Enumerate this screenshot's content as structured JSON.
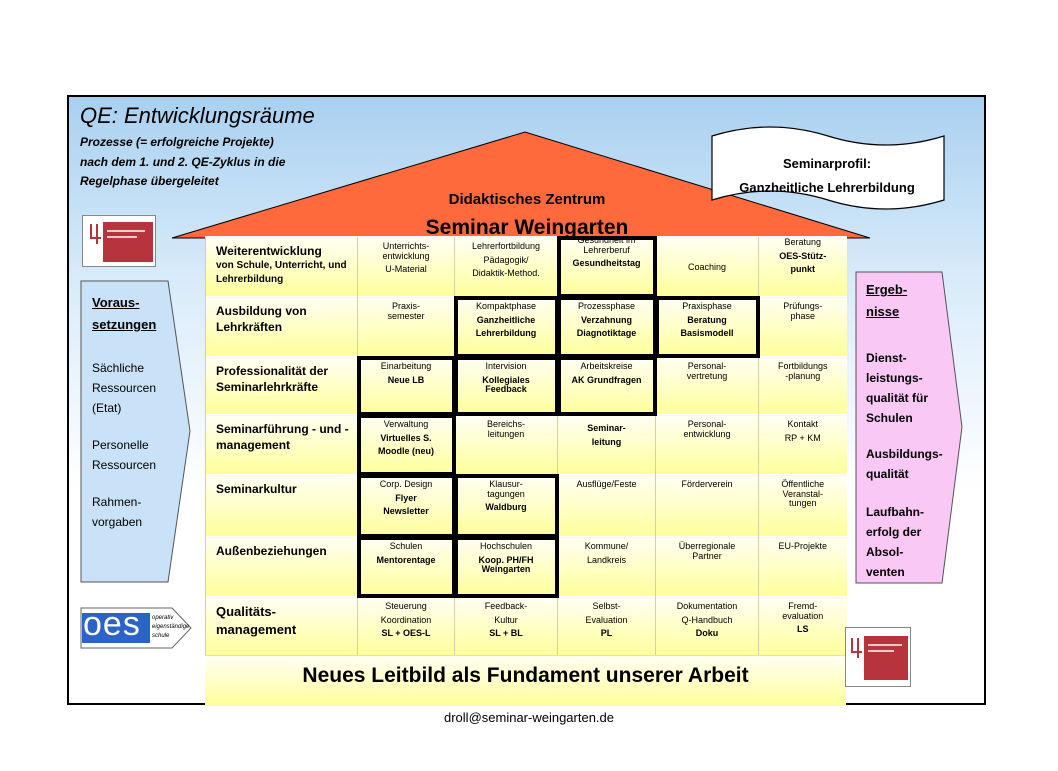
{
  "qe": {
    "title": "QE: Entwicklungsräume",
    "lines": [
      "Prozesse (= erfolgreiche Projekte)",
      "nach dem 1. und 2. QE-Zyklus in die",
      "Regelphase übergeleitet"
    ]
  },
  "roof": {
    "subtitle": "Didaktisches Zentrum",
    "title": "Seminar Weingarten",
    "color": "#ff6a3d"
  },
  "seminarprofil": {
    "line1": "Seminarprofil:",
    "line2": "Ganzheitliche Lehrerbildung"
  },
  "voraussetzungen": {
    "heading1": "Voraus-",
    "heading2": "setzungen",
    "items": [
      "Sächliche",
      "Ressourcen",
      "(Etat)",
      "Personelle",
      "Ressourcen",
      "Rahmen-",
      "vorgaben"
    ],
    "color": "#c9e2f8"
  },
  "ergebnisse": {
    "heading1": "Ergeb-",
    "heading2": "nisse",
    "items": [
      "Dienst-",
      "leistungs-",
      "qualität für",
      "Schulen",
      "Ausbildungs-",
      "qualität",
      "Laufbahn-",
      "erfolg der",
      "Absol-",
      "venten"
    ],
    "color": "#f9c8f5"
  },
  "rows": [
    {
      "head": "Weiterentwicklung",
      "head_small": "von Schule, Unterricht, und Lehrerbildung",
      "cells": [
        {
          "l1": "Unterrichts-",
          "l2": "entwicklung",
          "l3": "U-Material"
        },
        {
          "l1": "Lehrerfortbildung",
          "l2": "Pädagogik/",
          "l3": "Didaktik-Method."
        },
        {
          "l1": "Gesundheit im",
          "l2": "Lehrerberuf",
          "l3": "Gesundheitstag"
        },
        {
          "l1": "Coaching"
        },
        {
          "l1": "Beratung",
          "l2": "OES-Stütz-",
          "l3": "punkt"
        }
      ]
    },
    {
      "head": "Ausbildung von Lehrkräften",
      "cells": [
        {
          "l1": "Praxis-",
          "l2": "semester"
        },
        {
          "l1": "Kompaktphase",
          "l2": "Ganzheitliche",
          "l3": "Lehrerbildung"
        },
        {
          "l1": "Prozessphase",
          "l2": "Verzahnung",
          "l3": "Diagnotiktage"
        },
        {
          "l1": "Praxisphase",
          "l2": "Beratung",
          "l3": "Basismodell"
        },
        {
          "l1": "Prüfungs-",
          "l2": "phase"
        }
      ]
    },
    {
      "head": "Professionalität der Seminarlehrkräfte",
      "cells": [
        {
          "l1": "Einarbeitung",
          "l2": "Neue LB"
        },
        {
          "l1": "Intervision",
          "l2": "Kollegiales",
          "l3": "Feedback"
        },
        {
          "l1": "Arbeitskreise",
          "l2": "AK Grundfragen"
        },
        {
          "l1": "Personal-",
          "l2": "vertretung"
        },
        {
          "l1": "Fortbildungs",
          "l2": "-planung"
        }
      ]
    },
    {
      "head": "Seminarführung - und -management",
      "cells": [
        {
          "l1": "Verwaltung",
          "l2": "Virtuelles S.",
          "l3": "Moodle (neu)"
        },
        {
          "l1": "Bereichs-",
          "l2": "leitungen"
        },
        {
          "l1": "Seminar-",
          "l2": "leitung"
        },
        {
          "l1": "Personal-",
          "l2": "entwicklung"
        },
        {
          "l1": "Kontakt",
          "l2": "RP + KM"
        }
      ]
    },
    {
      "head": "Seminarkultur",
      "cells": [
        {
          "l1": "Corp. Design",
          "l2": "Flyer",
          "l3": "Newsletter"
        },
        {
          "l1": "Klausur-",
          "l2": "tagungen",
          "l3": "Waldburg"
        },
        {
          "l1": "Ausflüge/Feste"
        },
        {
          "l1": "Förderverein"
        },
        {
          "l1": "Öffentliche",
          "l2": "Veranstal-",
          "l3": "tungen"
        }
      ]
    },
    {
      "head": "Außenbeziehungen",
      "cells": [
        {
          "l1": "Schulen",
          "l2": "Mentorentage"
        },
        {
          "l1": "Hochschulen",
          "l2": "Koop. PH/FH",
          "l3": "Weingarten"
        },
        {
          "l1": "Kommune/",
          "l2": "Landkreis"
        },
        {
          "l1": "Überregionale",
          "l2": "Partner"
        },
        {
          "l1": "EU-Projekte"
        }
      ]
    },
    {
      "head": "Qualitäts-management",
      "cells": [
        {
          "l1": "Steuerung",
          "l2": "Koordination",
          "l3": "SL + OES-L"
        },
        {
          "l1": "Feedback-",
          "l2": "Kultur",
          "l3": "SL + BL"
        },
        {
          "l1": "Selbst-",
          "l2": "Evaluation",
          "l3": "PL"
        },
        {
          "l1": "Dokumentation",
          "l2": "Q-Handbuch",
          "l3": "Doku"
        },
        {
          "l1": "Fremd-",
          "l2": "evaluation",
          "l3": "LS"
        }
      ]
    }
  ],
  "foundation": "Neues Leitbild als Fundament unserer Arbeit",
  "oes_logo": {
    "big": "oes",
    "l1": "operativ",
    "l2": "eigenständige",
    "l3": "schule"
  },
  "email": "droll@seminar-weingarten.de",
  "accent": "#ffff9a"
}
